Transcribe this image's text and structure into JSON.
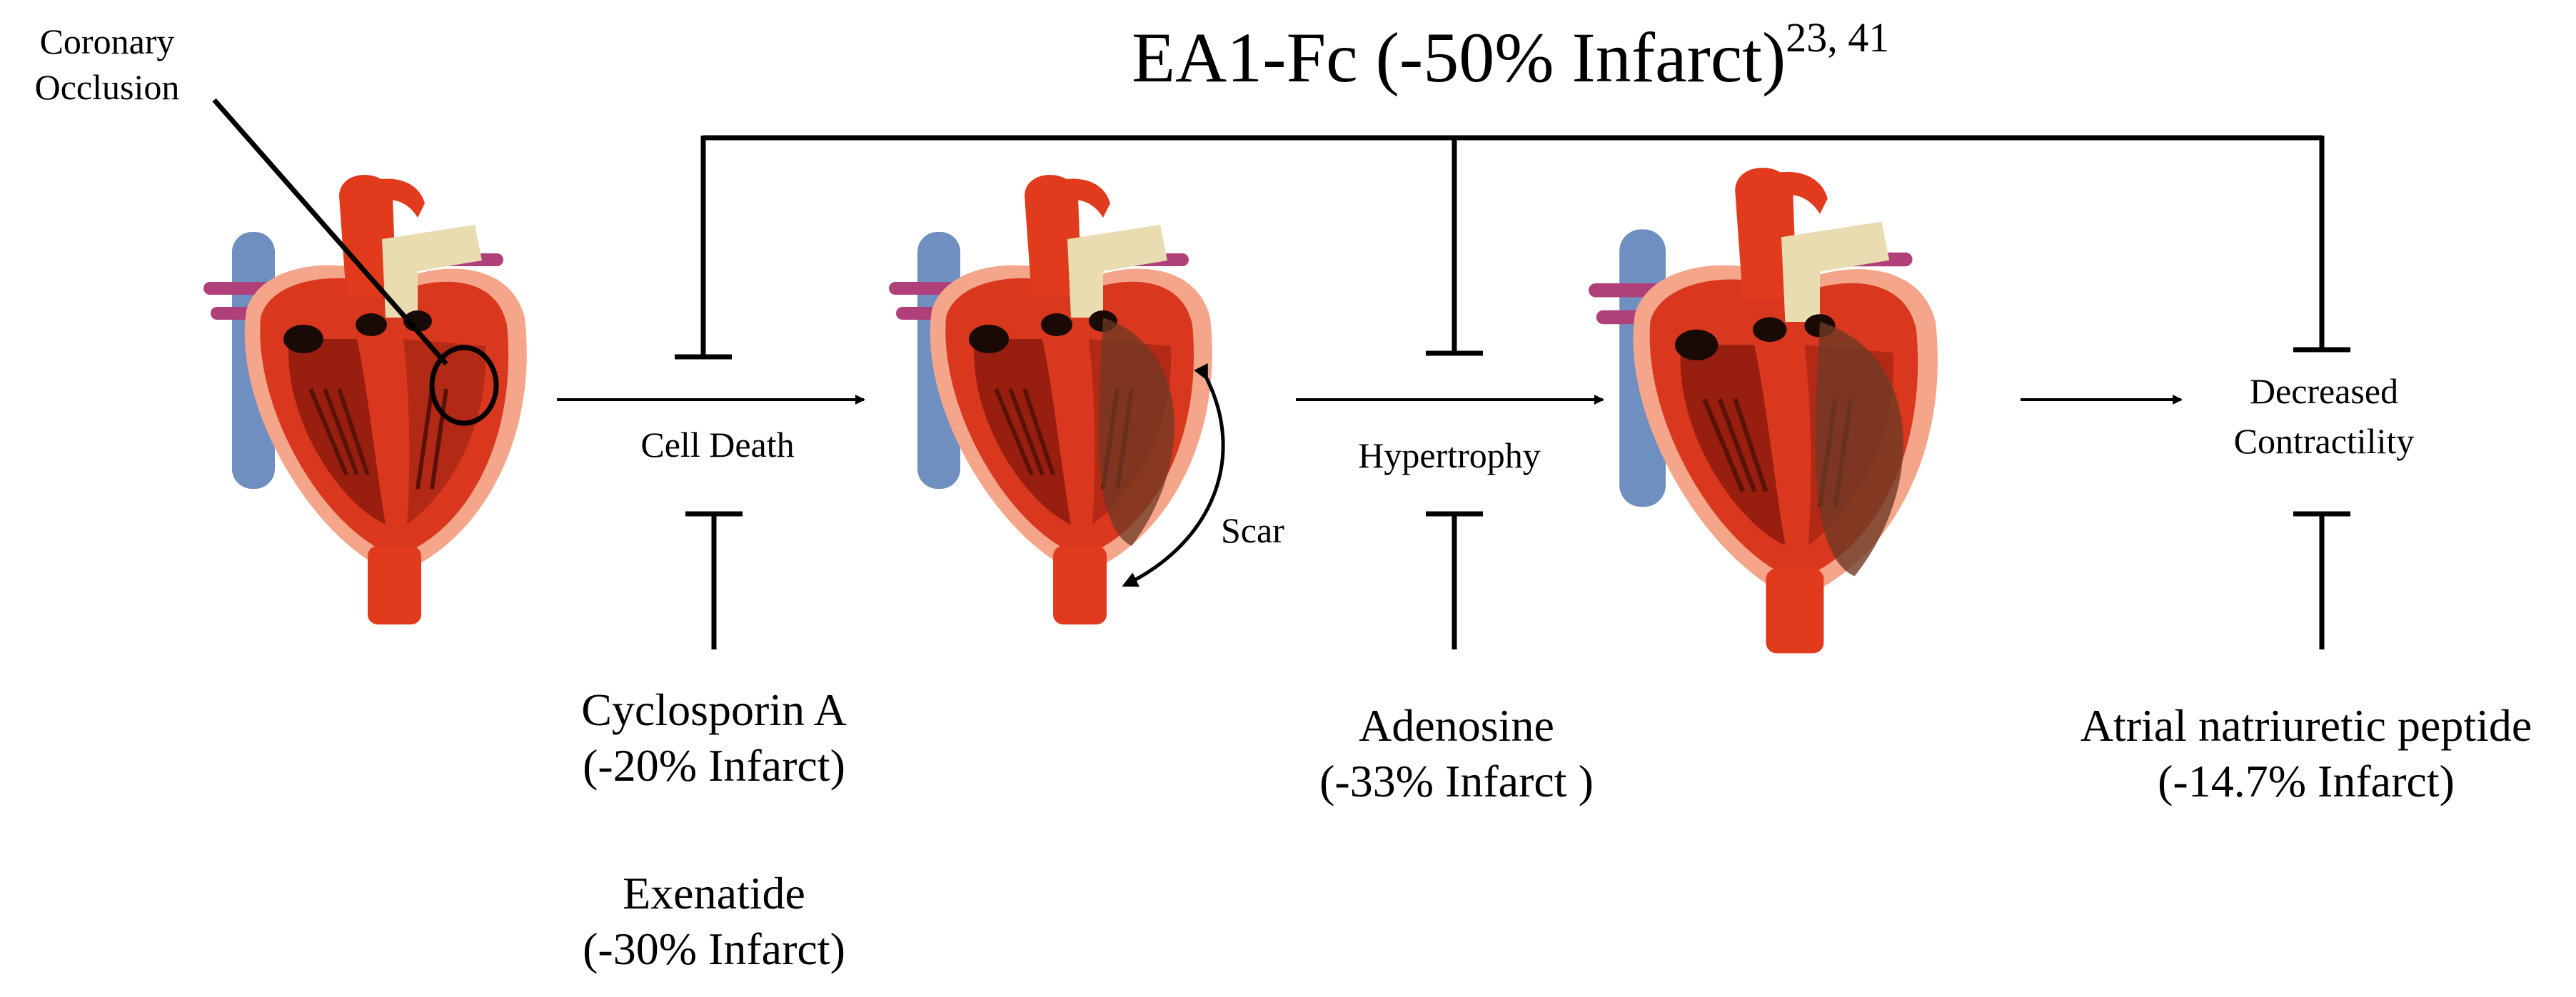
{
  "title": {
    "main": "EA1-Fc (-50% Infarct)",
    "superscript": "23, 41"
  },
  "labels": {
    "coronary_occlusion_line1": "Coronary",
    "coronary_occlusion_line2": "Occlusion",
    "cell_death": "Cell Death",
    "scar": "Scar",
    "hypertrophy": "Hypertrophy",
    "decreased_contractility_line1": "Decreased",
    "decreased_contractility_line2": "Contractility"
  },
  "treatments": {
    "cyclosporin_name": "Cyclosporin A",
    "cyclosporin_effect": "(-20% Infarct)",
    "exenatide_name": "Exenatide",
    "exenatide_effect": "(-30% Infarct)",
    "adenosine_name": "Adenosine",
    "adenosine_effect": "(-33% Infarct )",
    "anp_name": "Atrial natriuretic peptide",
    "anp_effect": "(-14.7% Infarct)"
  },
  "colors": {
    "heart_red": "#d9381e",
    "heart_dark": "#8c1a0e",
    "pericardium": "#f4a58a",
    "vena_cava_blue": "#6f8fc0",
    "pulmonary_beige": "#e8dcb0",
    "vessel_magenta": "#b0407a",
    "scar_brown": "#6e3a24"
  }
}
